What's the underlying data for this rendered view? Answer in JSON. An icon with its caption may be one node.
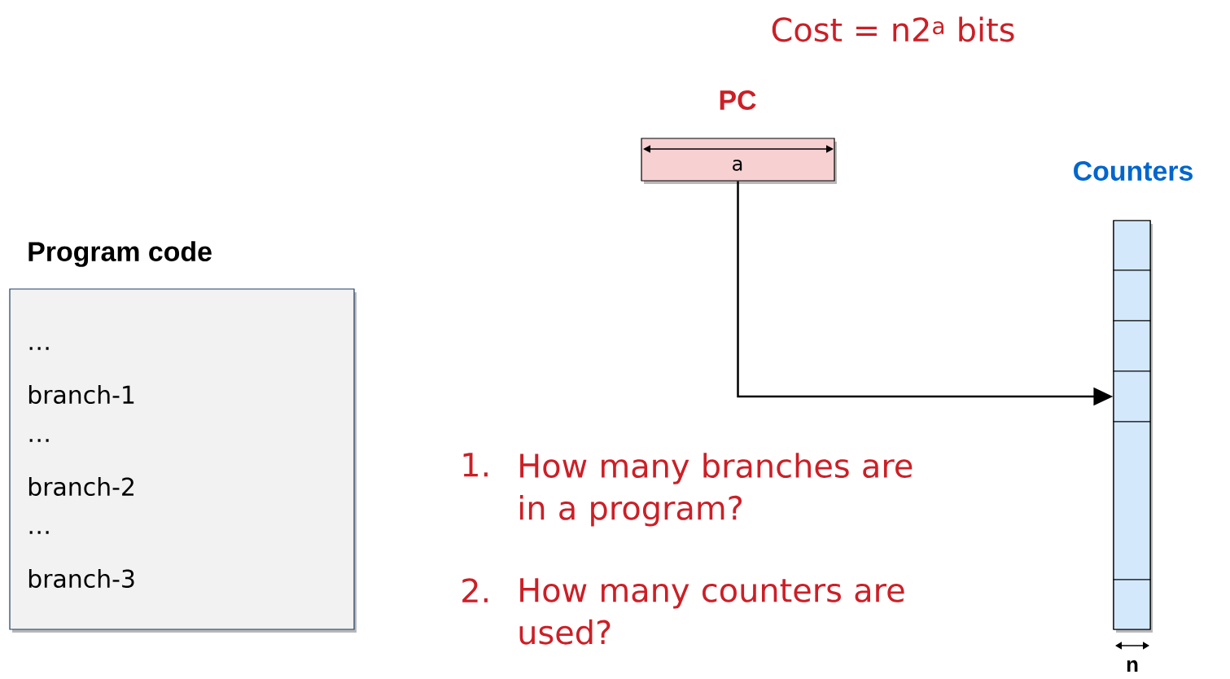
{
  "diagram": {
    "nodes": [
      {
        "text": [
          "Program code",
          "…",
          "branch-1",
          "…",
          "branch-2",
          "…",
          "branch-3"
        ]
      },
      {
        "text": [
          "PC",
          "a"
        ]
      },
      {
        "text": [
          "Counters"
        ]
      },
      {
        "text": [],
        "shape": "box",
        "in": 2
      },
      {
        "text": [],
        "shape": "box",
        "in": 2
      },
      {
        "text": [],
        "shape": "box",
        "in": 2
      },
      {
        "text": [],
        "shape": "box",
        "in": 2
      },
      {
        "text": [],
        "shape": "box",
        "in": 2
      },
      {
        "text": [],
        "shape": "box",
        "in": 2
      }
    ],
    "edges": [
      {
        "from": 1,
        "to": 6,
        "arrow": "to"
      }
    ],
    "labels": [
      "Cost = n2$^{a}$ bits",
      "1.",
      "How many branches are in a program?",
      "2.",
      "How many counters are used?",
      "n"
    ]
  }
}
